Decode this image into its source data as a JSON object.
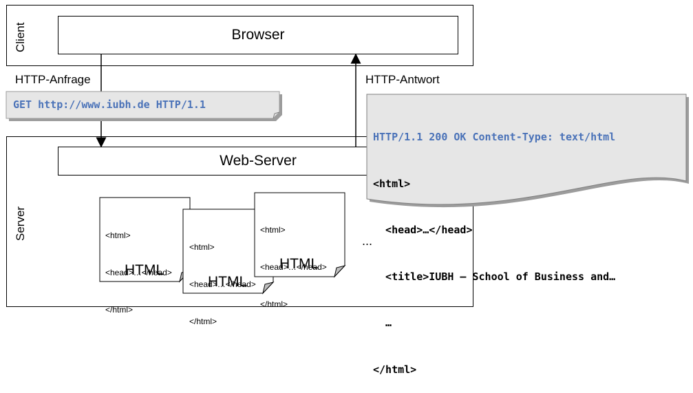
{
  "client": {
    "label": "Client",
    "browser_label": "Browser"
  },
  "server": {
    "label": "Server",
    "webserver_label": "Web-Server",
    "ellipsis": "..."
  },
  "request": {
    "label": "HTTP-Anfrage",
    "code": "GET http://www.iubh.de HTTP/1.1"
  },
  "response": {
    "label": "HTTP-Antwort",
    "lines": [
      "HTTP/1.1 200 OK Content-Type: text/html",
      "<html>",
      "  <head>…</head>",
      "  <title>IUBH – School of Business and…",
      "  …",
      "</html>"
    ]
  },
  "documents": [
    {
      "lines": [
        "<html>",
        "  <head>…</head>",
        "</html>"
      ],
      "title": "HTML"
    },
    {
      "lines": [
        "<html>",
        "  <head>…</head>",
        "</html>"
      ],
      "title": "HTML"
    },
    {
      "lines": [
        "<html>",
        "  <head>…</head>",
        "</html>"
      ],
      "title": "HTML"
    }
  ],
  "colors": {
    "code_blue": "#4a72b8",
    "note_fill": "#e6e6e6",
    "shadow": "#9c9c9c"
  }
}
